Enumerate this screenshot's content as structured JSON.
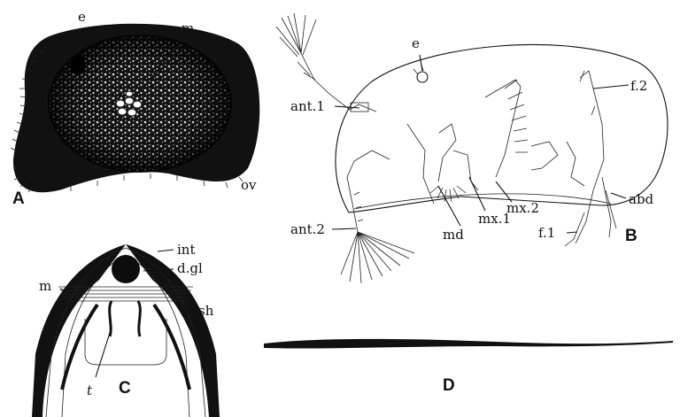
{
  "colors": {
    "ink": "#111111",
    "paper": "#ffffff"
  },
  "figure_a": {
    "panel_letter": "A",
    "labels": {
      "eye": "e",
      "muscle": "m",
      "ova": "ov"
    }
  },
  "figure_b": {
    "panel_letter": "B",
    "labels": {
      "eye": "e",
      "antennule": "ant.1",
      "antenna": "ant.2",
      "mandible": "md",
      "maxilla_1": "mx.1",
      "maxilla_2": "mx.2",
      "foot_1": "f.1",
      "foot_2": "f.2",
      "abdomen": "abd"
    }
  },
  "figure_c": {
    "panel_letter": "C",
    "labels": {
      "intestine": "int",
      "digestive_gland": "d.gl",
      "muscle": "m",
      "shell": "sh",
      "testis": "t"
    }
  },
  "figure_d": {
    "panel_letter": "D"
  }
}
